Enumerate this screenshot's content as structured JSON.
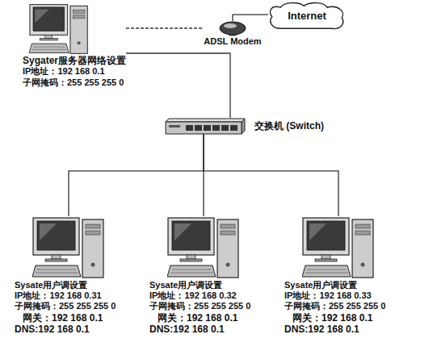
{
  "diagram": {
    "nodes": [
      {
        "text": [
          "Sygater服务器网络设置",
          "IP地址：192 168 0.1",
          "子网掩码：255 255 255 0"
        ]
      },
      {
        "text": [
          "Internet"
        ]
      },
      {
        "text": [
          "ADSL Modem"
        ]
      },
      {
        "text": [
          "交换机 (Switch)"
        ]
      },
      {
        "text": [
          "Sysate用户调设置",
          "IP地址：192 168 0.31",
          "子网掩码：255 255 255 0",
          "网关：192 168 0.1",
          "DNS:192 168 0.1"
        ]
      },
      {
        "text": [
          "Sysate用户调设置",
          "IP地址：192 168 0.32",
          "子网掩码：255 255 255 0",
          "网关：192 168 0.1",
          "DNS:192 168 0.1"
        ]
      },
      {
        "text": [
          "Sysate用户调设置",
          "IP地址：192 168 0.33",
          "子网掩码：255 255 255 0",
          "网关：192 168 0.1",
          "DNS:192 168 0.1"
        ]
      }
    ],
    "edges": [
      {
        "from": 0,
        "to": 2,
        "arrow": "none"
      },
      {
        "from": 2,
        "to": 1,
        "arrow": "none"
      },
      {
        "from": 0,
        "to": 3,
        "arrow": "none"
      },
      {
        "from": 3,
        "to": 4,
        "arrow": "none"
      },
      {
        "from": 3,
        "to": 5,
        "arrow": "none"
      },
      {
        "from": 3,
        "to": 6,
        "arrow": "none"
      }
    ]
  }
}
